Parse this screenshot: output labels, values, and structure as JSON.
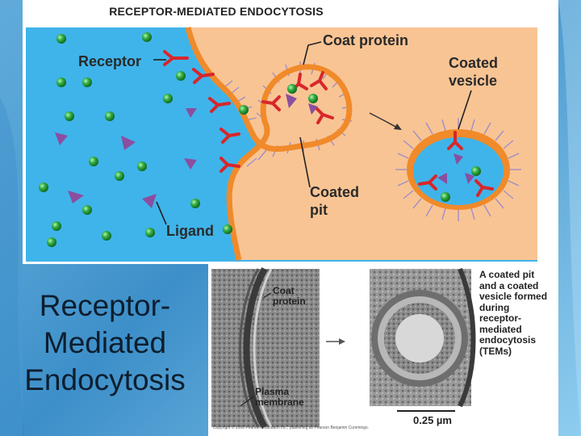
{
  "diagram": {
    "title": "RECEPTOR-MEDIATED ENDOCYTOSIS",
    "labels": {
      "receptor": "Receptor",
      "coat_protein": "Coat protein",
      "coated_vesicle_line1": "Coated",
      "coated_vesicle_line2": "vesicle",
      "coated_pit_line1": "Coated",
      "coated_pit_line2": "pit",
      "ligand": "Ligand"
    },
    "colors": {
      "extracellular": "#3fb4ea",
      "cytoplasm": "#f9c494",
      "membrane": "#f08a2a",
      "receptor": "#d8262a",
      "ligand_triangle": "#8a4fa0",
      "ligand_ball": "#2aa33a"
    }
  },
  "slide_title": {
    "line1": "Receptor-",
    "line2": "Mediated",
    "line3": "Endocytosis"
  },
  "micrograph": {
    "label_coat_line1": "Coat",
    "label_coat_line2": "protein",
    "label_plasma_line1": "Plasma",
    "label_plasma_line2": "membrane",
    "caption_lines": [
      "A coated pit",
      "and a coated",
      "vesicle formed",
      "during",
      "receptor-",
      "mediated",
      "endocytosis",
      "(TEMs)"
    ],
    "scale": "0.25 µm",
    "copyright": "Copyright © 2008 Pearson Education Inc., publishing as Pearson Benjamin Cummings."
  }
}
